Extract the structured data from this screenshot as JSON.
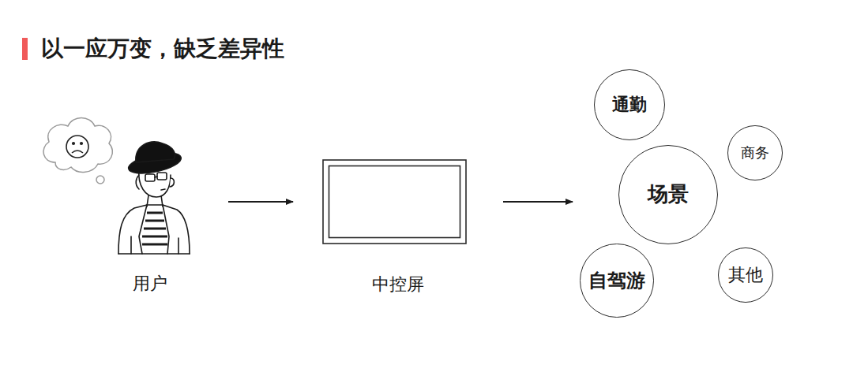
{
  "diagram": {
    "title": "以一应万变，缺乏差异性",
    "nodes": [
      {
        "text": [
          "用户"
        ]
      },
      {
        "text": [
          "中控屏"
        ]
      },
      {
        "text": [
          "场景"
        ]
      },
      {
        "text": [
          "通勤"
        ]
      },
      {
        "text": [
          "商务"
        ]
      },
      {
        "text": [
          "自驾游"
        ]
      },
      {
        "text": [
          "其他"
        ]
      }
    ],
    "edges": [
      {
        "from": 0,
        "to": 1,
        "arrow": "to"
      },
      {
        "from": 1,
        "to": 2,
        "arrow": "to"
      }
    ]
  }
}
